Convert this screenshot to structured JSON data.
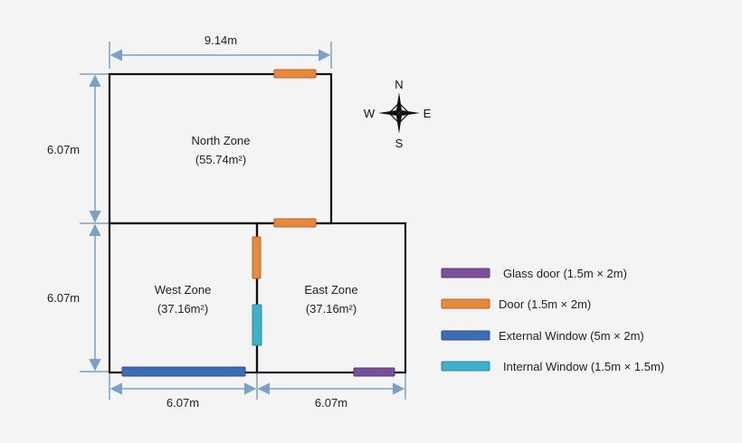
{
  "dimensions": {
    "top": "9.14m",
    "left_upper": "6.07m",
    "left_lower": "6.07m",
    "bottom_left": "6.07m",
    "bottom_right": "6.07m"
  },
  "zones": {
    "north": {
      "name": "North Zone",
      "area": "(55.74m²)"
    },
    "west": {
      "name": "West Zone",
      "area": "(37.16m²)"
    },
    "east": {
      "name": "East Zone",
      "area": "(37.16m²)"
    }
  },
  "compass": {
    "n": "N",
    "s": "S",
    "e": "E",
    "w": "W"
  },
  "legend": [
    {
      "label": "Glass door (1.5m × 2m)",
      "color": "#7a4f9a"
    },
    {
      "label": "Door (1.5m × 2m)",
      "color": "#e8883a"
    },
    {
      "label": "External Window (5m × 2m)",
      "color": "#3d6db5"
    },
    {
      "label": "Internal Window (1.5m × 1.5m)",
      "color": "#3eb0c8"
    }
  ],
  "colors": {
    "glass_door": "#7a4f9a",
    "door": "#e8883a",
    "external_window": "#3d6db5",
    "internal_window": "#3eb0c8",
    "dimension_line": "#7da0c8",
    "wall": "#111111"
  }
}
